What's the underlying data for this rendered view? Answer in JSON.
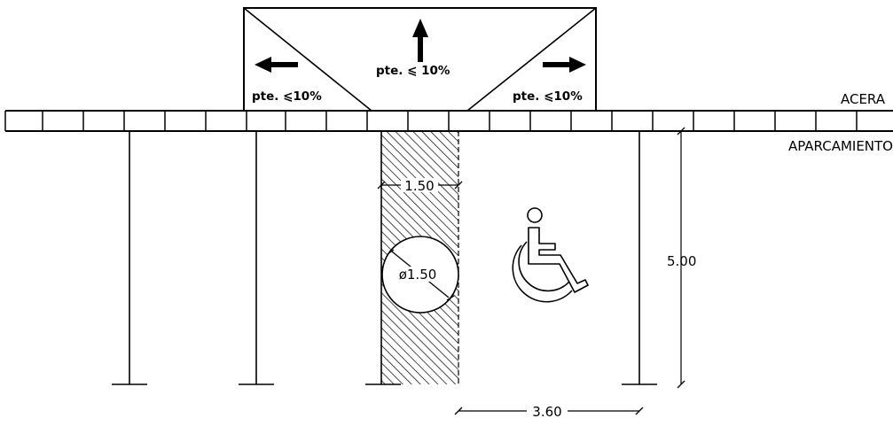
{
  "labels": {
    "acera": "ACERA",
    "aparcamiento": "APARCAMIENTO"
  },
  "ramp": {
    "slope_center": "pte. ⩽ 10%",
    "slope_left": "pte. ⩽10%",
    "slope_right": "pte. ⩽10%"
  },
  "dimensions": {
    "width_aisle": "1.50",
    "turning_circle": "ø1.50",
    "length_space": "5.00",
    "width_space": "3.60"
  },
  "icons": [
    "wheelchair-accessibility-icon",
    "arrow-up-icon",
    "arrow-left-icon",
    "arrow-right-icon"
  ]
}
